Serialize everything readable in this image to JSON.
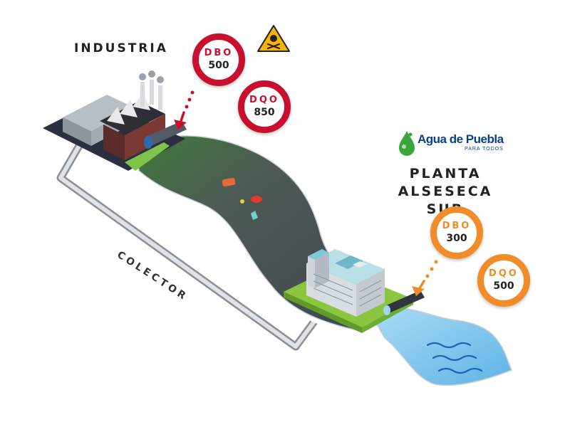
{
  "labels": {
    "industria": "INDUSTRIA",
    "planta_line1": "PLANTA",
    "planta_line2": "ALSESECA SUR",
    "colector": "COLECTOR"
  },
  "industria_badges": [
    {
      "key": "DBO",
      "value": "500"
    },
    {
      "key": "DQO",
      "value": "850"
    }
  ],
  "planta_badges": [
    {
      "key": "DBO",
      "value": "300"
    },
    {
      "key": "DQO",
      "value": "500"
    }
  ],
  "logo": {
    "name": "Agua de Puebla",
    "tagline": "PARA TODOS"
  },
  "icons": {
    "warning": "toxic-warning-icon",
    "water": "water-waves-icon"
  },
  "colors": {
    "industria_accent": "#c8102e",
    "planta_accent": "#f28c28",
    "polluted_river": "#4a5560",
    "clean_river": "#7cc3ec",
    "grass": "#8cc63f",
    "logo_blue": "#0b3f8c",
    "logo_green": "#3aa63a"
  }
}
